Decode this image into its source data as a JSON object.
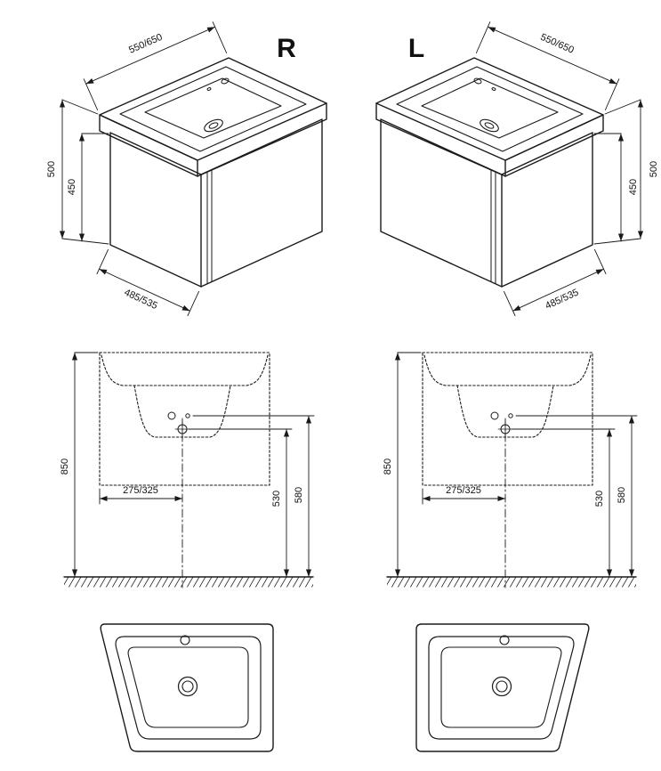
{
  "colors": {
    "line": "#1a1a1a",
    "background": "#ffffff"
  },
  "views": {
    "iso_r": {
      "variant_label": "R",
      "dims": {
        "width": "550/650",
        "total_height": "500",
        "body_height": "450",
        "depth": "485/535"
      }
    },
    "iso_l": {
      "variant_label": "L",
      "dims": {
        "width": "550/650",
        "total_height": "500",
        "body_height": "450",
        "depth": "485/535"
      }
    },
    "front_r": {
      "dims": {
        "mounting_height": "850",
        "center_offset": "275/325",
        "siphon_height": "530",
        "supply_height": "580"
      }
    },
    "front_l": {
      "dims": {
        "mounting_height": "850",
        "center_offset": "275/325",
        "siphon_height": "530",
        "supply_height": "580"
      }
    }
  }
}
